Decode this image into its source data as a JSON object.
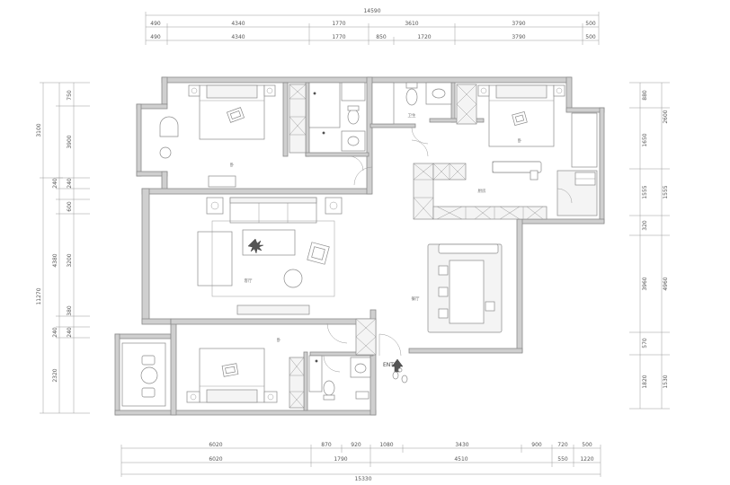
{
  "top_dims": {
    "total": "14590",
    "row1": [
      "490",
      "4340",
      "1770",
      "3610",
      "3790",
      "500"
    ],
    "row2": [
      "490",
      "4340",
      "1770",
      "850",
      "1720",
      "3790",
      "500"
    ]
  },
  "bottom_dims": {
    "row1": [
      "6020",
      "870",
      "920",
      "1080",
      "3430",
      "900",
      "720",
      "500"
    ],
    "row2": [
      "6020",
      "1790",
      "4510",
      "550",
      "1220"
    ],
    "total": "15330"
  },
  "left_dims": {
    "outer": [
      "3100",
      "11270"
    ],
    "inner": [
      "750",
      "3900",
      "240",
      "240",
      "600",
      "4380",
      "3200",
      "380",
      "240",
      "240",
      "2320"
    ]
  },
  "right_dims": {
    "inner": [
      "880",
      "2600",
      "1650",
      "1555",
      "1555",
      "320",
      "3960",
      "4960",
      "570",
      "1820",
      "1530"
    ]
  },
  "labels": {
    "enter": "ENTE"
  }
}
